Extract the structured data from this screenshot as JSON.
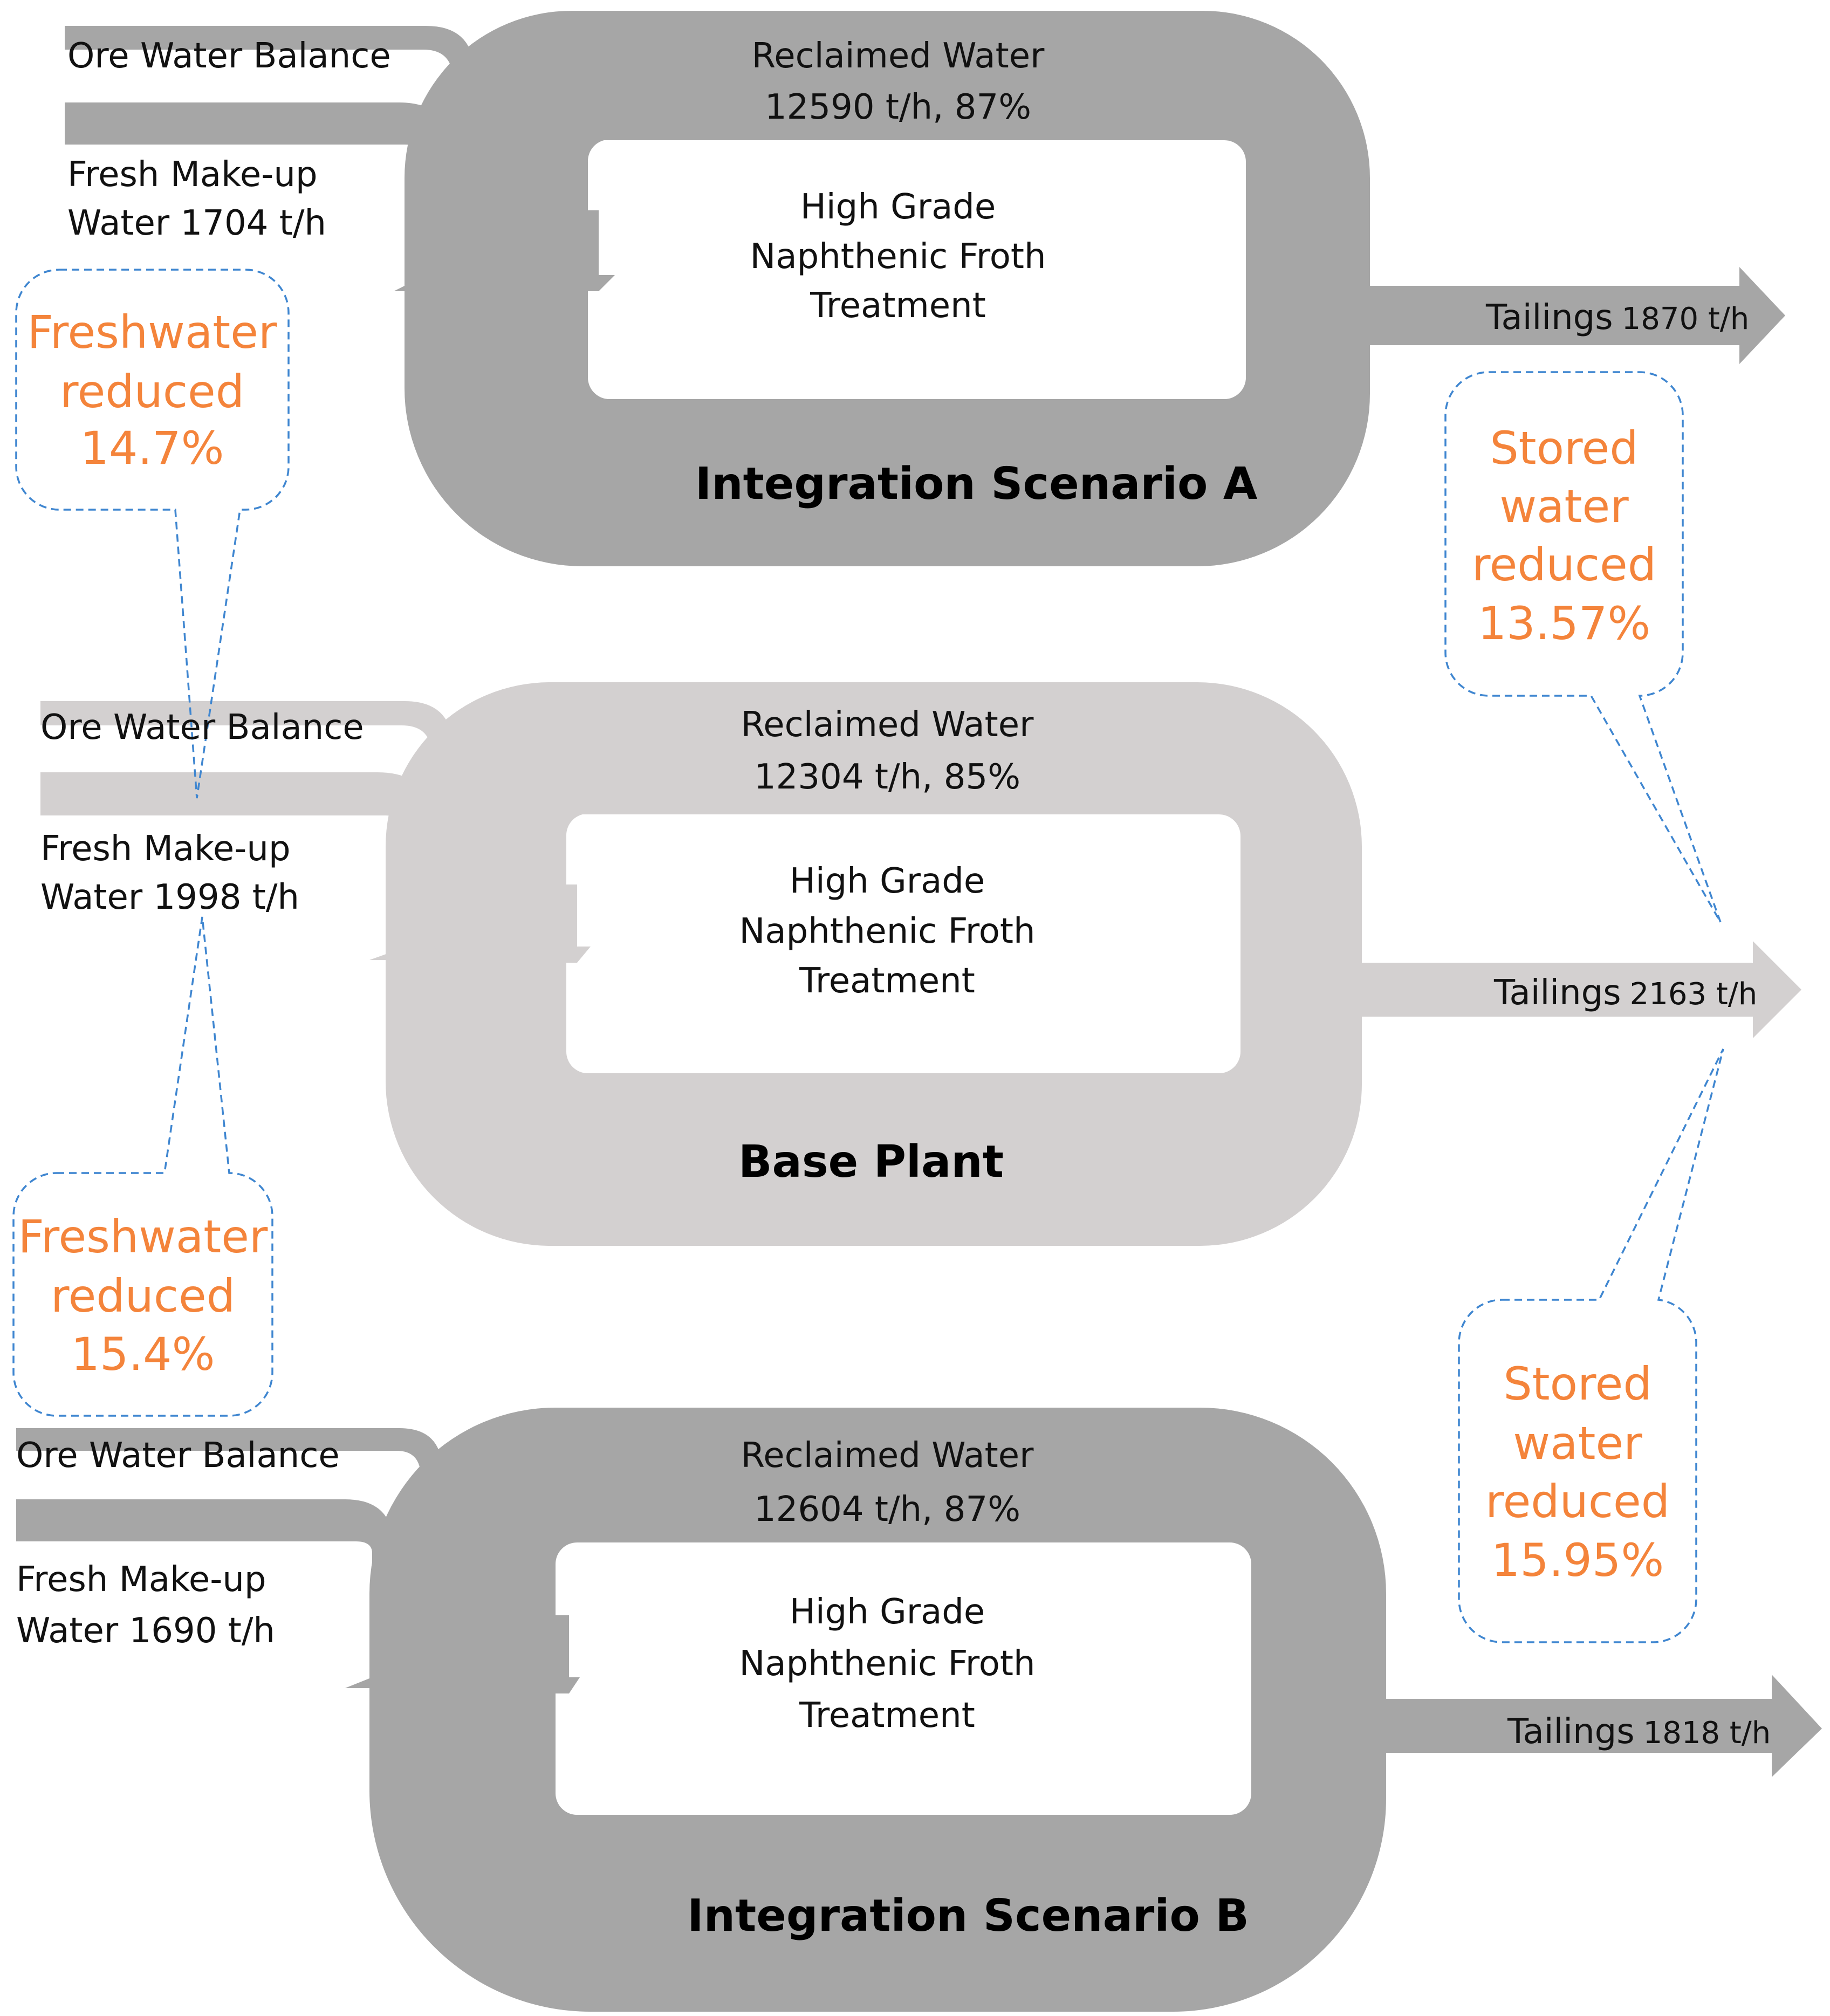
{
  "scenarios": {
    "a": {
      "ore_label": "Ore Water Balance",
      "fresh_label_1": "Fresh Make-up",
      "fresh_label_2": "Water 1704 t/h",
      "reclaimed_1": "Reclaimed Water",
      "reclaimed_2": "12590 t/h, 87%",
      "box_1": "High Grade",
      "box_2": "Naphthenic Froth",
      "box_3": "Treatment",
      "tailings_word": "Tailings",
      "tailings_value": "1870 t/h",
      "title": "Integration Scenario A"
    },
    "base": {
      "ore_label": "Ore Water Balance",
      "fresh_label_1": "Fresh Make-up",
      "fresh_label_2": "Water 1998 t/h",
      "reclaimed_1": "Reclaimed Water",
      "reclaimed_2": "12304 t/h, 85%",
      "box_1": "High Grade",
      "box_2": "Naphthenic Froth",
      "box_3": "Treatment",
      "tailings_word": "Tailings",
      "tailings_value": "2163 t/h",
      "title": "Base Plant"
    },
    "b": {
      "ore_label": "Ore Water Balance",
      "fresh_label_1": "Fresh Make-up",
      "fresh_label_2": "Water 1690 t/h",
      "reclaimed_1": "Reclaimed Water",
      "reclaimed_2": "12604 t/h, 87%",
      "box_1": "High Grade",
      "box_2": "Naphthenic Froth",
      "box_3": "Treatment",
      "tailings_word": "Tailings",
      "tailings_value": "1818 t/h",
      "title": "Integration Scenario B"
    }
  },
  "callouts": {
    "fresh_a": [
      "Freshwater",
      "reduced",
      "14.7%"
    ],
    "fresh_b": [
      "Freshwater",
      "reduced",
      "15.4%"
    ],
    "stored_a": [
      "Stored",
      "water",
      "reduced",
      "13.57%"
    ],
    "stored_b": [
      "Stored",
      "water",
      "reduced",
      "15.95%"
    ]
  },
  "colors": {
    "scenario_flow": "#a6a6a6",
    "base_flow": "#d3d0d0",
    "callout_text": "#f4843b",
    "callout_border": "#3f86d0"
  }
}
